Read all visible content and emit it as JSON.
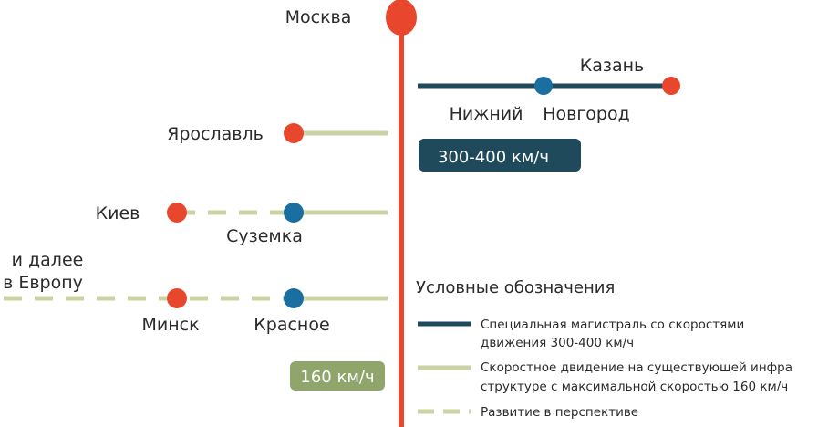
{
  "colors": {
    "highspeed": "#1f4a5c",
    "existing": "#c9d3a4",
    "main_line": "#e8472e",
    "node_red": "#e8472e",
    "node_blue": "#1b6ea0",
    "badge_dark": "#1f4a5c",
    "badge_green": "#8fa56c"
  },
  "cities": {
    "moscow": "Москва",
    "kazan": "Казань",
    "nizhny": "Нижний",
    "novgorod": "Новгород",
    "yaroslavl": "Ярославль",
    "kiev": "Киев",
    "suzemka": "Суземка",
    "europe_line1": "и далее",
    "europe_line2": "в Европу",
    "minsk": "Минск",
    "krasnoe": "Красное"
  },
  "badges": {
    "highspeed": "300-400 км/ч",
    "existing": "160  км/ч"
  },
  "legend": {
    "title": "Условные обозначения",
    "items": [
      {
        "line1": "Специальная магистраль со скоростями",
        "line2": "движения 300-400 км/ч"
      },
      {
        "line1": "Скоростное двидение на существующей инфра",
        "line2": "структуре с максимальной скоростью 160 км/ч"
      },
      {
        "line1": "Развитие в перспективе",
        "line2": ""
      }
    ]
  }
}
